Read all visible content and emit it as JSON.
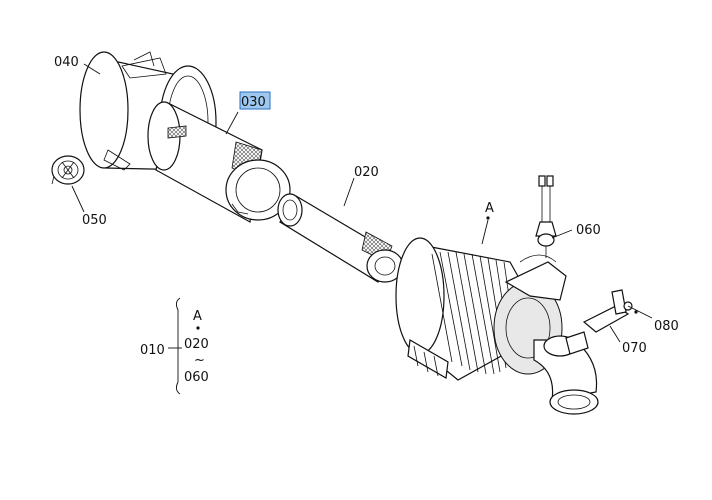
{
  "diagram": {
    "callouts": {
      "p040": "040",
      "p030": "030",
      "p050": "050",
      "p020": "020",
      "pA": "A",
      "p060": "060",
      "p080": "080",
      "p070": "070"
    },
    "legend": {
      "parent": "010",
      "ref": "A",
      "from": "020",
      "tilde": "~",
      "to": "060"
    },
    "highlight_color": "#9ec8f0"
  }
}
